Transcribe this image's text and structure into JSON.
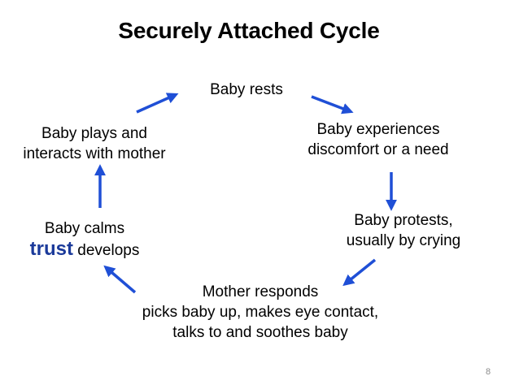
{
  "title": "Securely Attached Cycle",
  "nodes": {
    "rest": {
      "lines": [
        "Baby rests"
      ]
    },
    "discomfort": {
      "lines": [
        "Baby experiences",
        "discomfort or a need"
      ]
    },
    "protest": {
      "lines": [
        "Baby protests,",
        "usually by crying"
      ]
    },
    "respond": {
      "lines": [
        "Mother responds",
        "picks baby up, makes eye contact,",
        "talks to and soothes baby"
      ]
    },
    "calm": {
      "line1": "Baby calms",
      "emphasis": "trust",
      "rest": " develops"
    },
    "play": {
      "lines": [
        "Baby plays and",
        "interacts with mother"
      ]
    }
  },
  "colors": {
    "arrow": "#1f4fd6",
    "emphasis": "#1b3a9a",
    "page_number": "#8c8c8c"
  },
  "page_number": "8"
}
